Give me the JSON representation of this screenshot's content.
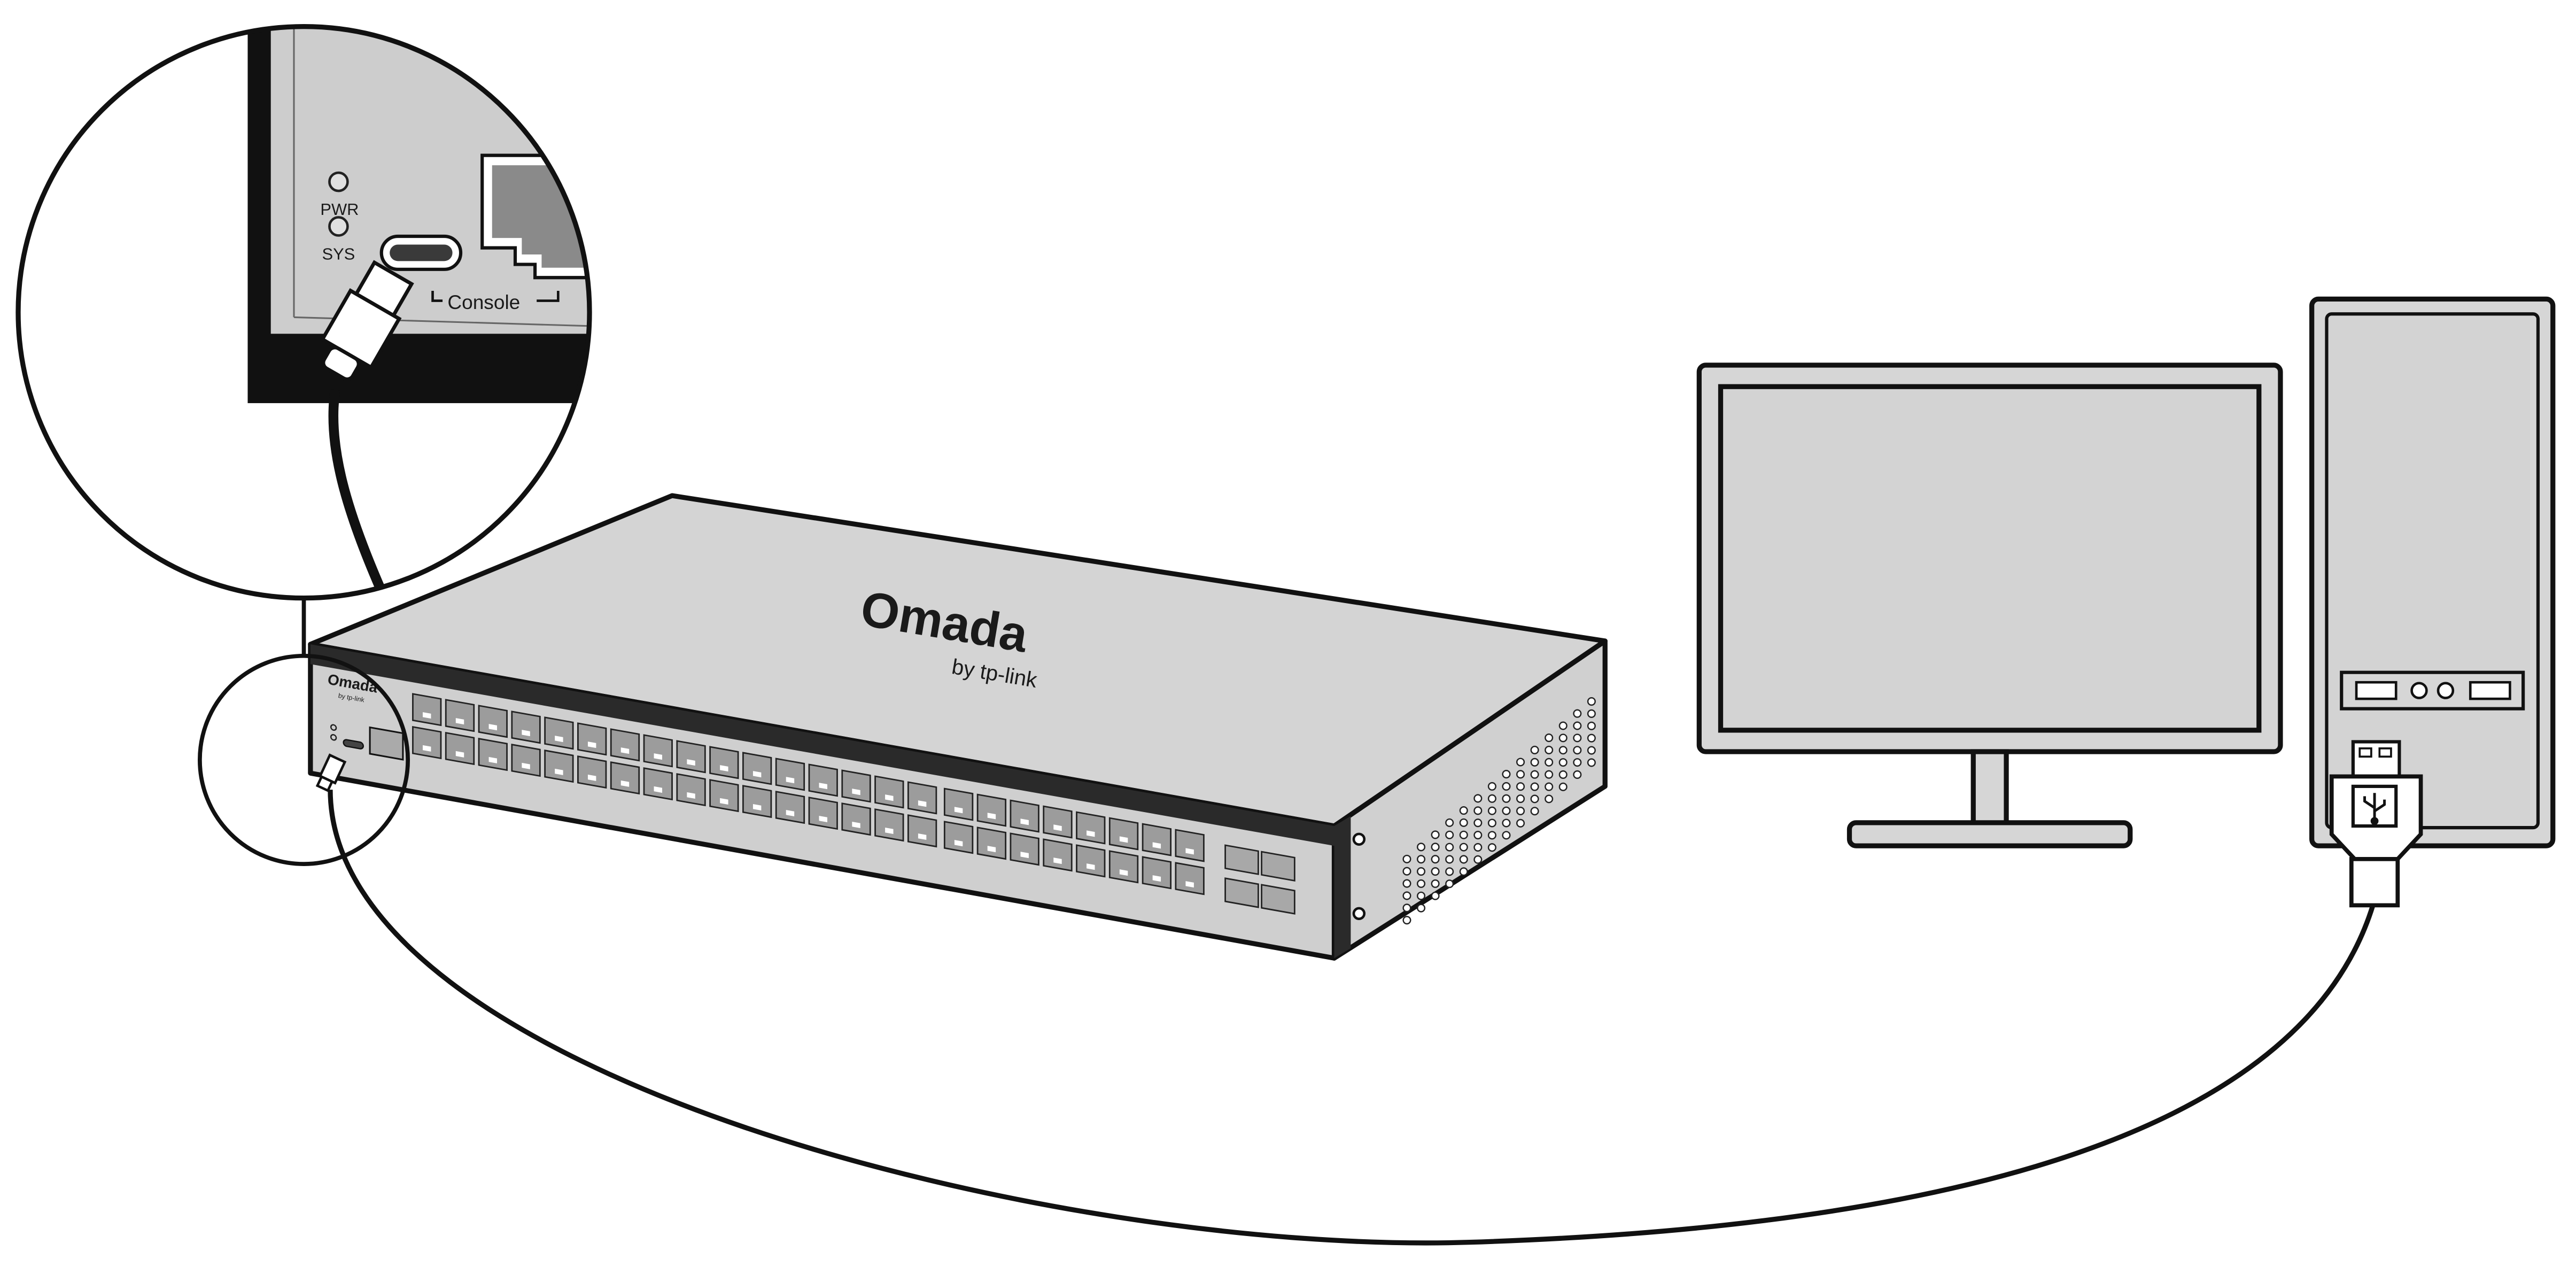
{
  "diagram": {
    "switch": {
      "brand": "Omada",
      "brand_sub": "by tp-link",
      "front_brand": "Omada",
      "front_brand_sub": "by tp-link"
    },
    "callout": {
      "pwr_label": "PWR",
      "sys_label": "SYS",
      "console_label": "Console"
    }
  }
}
